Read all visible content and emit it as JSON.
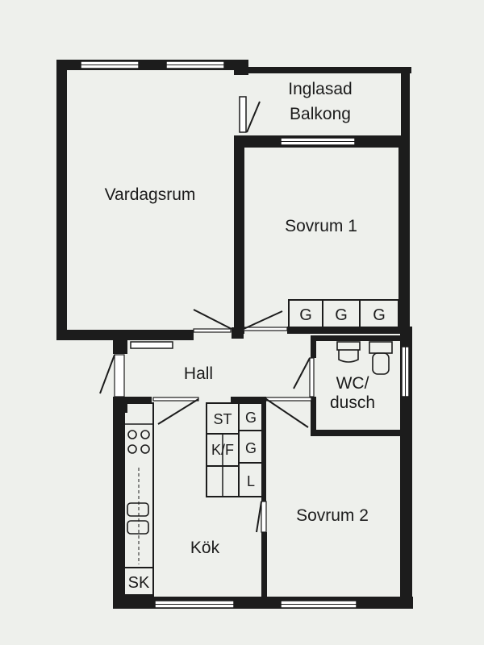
{
  "colors": {
    "background": "#eef0ec",
    "wall": "#1c1c1c",
    "fixture": "#ffffff"
  },
  "rooms": {
    "vardagsrum": "Vardagsrum",
    "balkong_line1": "Inglasad",
    "balkong_line2": "Balkong",
    "sovrum1": "Sovrum 1",
    "hall": "Hall",
    "wc_line1": "WC/",
    "wc_line2": "dusch",
    "kok": "Kök",
    "sovrum2": "Sovrum 2"
  },
  "closets": {
    "hall_wardrobe": [
      "G",
      "G",
      "G"
    ],
    "st": "ST",
    "kf": "K/F",
    "g_upper": "G",
    "g_lower": "G",
    "l": "L",
    "sk": "SK"
  },
  "icons": {
    "stove": "stove-icon",
    "sink": "sink-icon",
    "toilet": "toilet-icon",
    "basin": "basin-icon"
  }
}
